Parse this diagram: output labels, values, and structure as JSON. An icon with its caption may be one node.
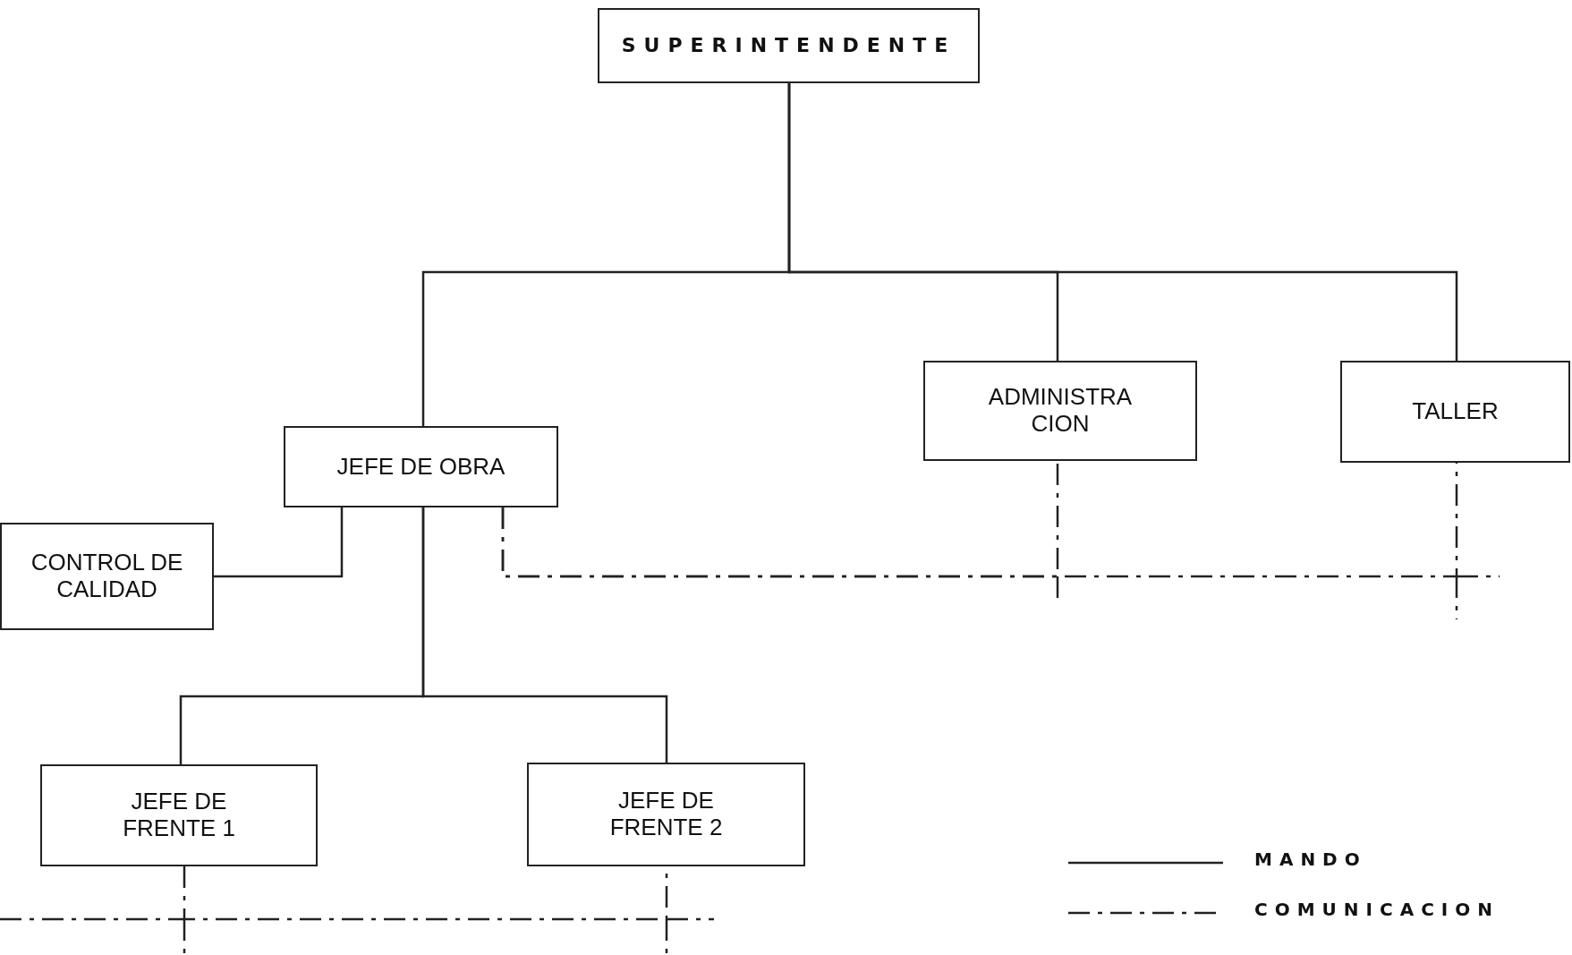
{
  "diagram": {
    "nodes": [
      {
        "text": [
          "SUPERINTENDENTE"
        ]
      },
      {
        "text": [
          "JEFE DE OBRA"
        ]
      },
      {
        "text": [
          "ADMINISTRA CION"
        ]
      },
      {
        "text": [
          "TALLER"
        ]
      },
      {
        "text": [
          "CONTROL DE CALIDAD"
        ]
      },
      {
        "text": [
          "JEFE DE FRENTE 1"
        ]
      },
      {
        "text": [
          "JEFE DE FRENTE 2"
        ]
      }
    ],
    "edges": [
      {
        "from": 0,
        "to": 1,
        "arrow": "none"
      },
      {
        "from": 0,
        "to": 2,
        "arrow": "none"
      },
      {
        "from": 0,
        "to": 3,
        "arrow": "none"
      },
      {
        "from": 1,
        "to": 4,
        "arrow": "none"
      },
      {
        "from": 1,
        "to": 5,
        "arrow": "none"
      },
      {
        "from": 1,
        "to": 6,
        "arrow": "none"
      },
      {
        "from": 1,
        "to": 2,
        "arrow": "none",
        "style": "dashed"
      },
      {
        "from": 1,
        "to": 3,
        "arrow": "none",
        "style": "dashed"
      },
      {
        "from": 5,
        "to": 6,
        "arrow": "none",
        "style": "dashed"
      }
    ],
    "legend": [
      {
        "text": "MANDO"
      },
      {
        "text": "COMUNICACION"
      }
    ]
  }
}
